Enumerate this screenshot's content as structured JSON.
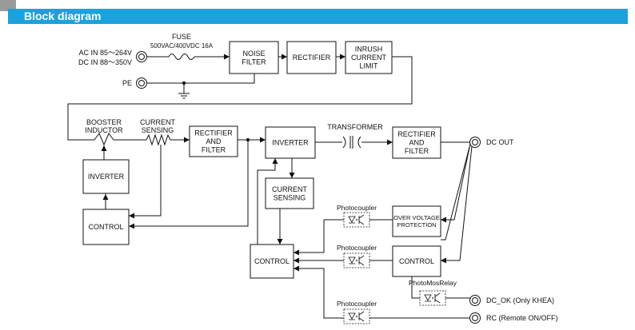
{
  "header": {
    "title": "Block diagram",
    "accent": "#1ba2dc"
  },
  "inputs": {
    "ac_in": "AC IN 85〜264V",
    "dc_in": "DC IN 88〜350V",
    "pe": "PE"
  },
  "fuse": {
    "label": "FUSE",
    "rating": "500VAC/400VDC 16A"
  },
  "blocks": {
    "noise_filter": [
      "NOISE",
      "FILTER"
    ],
    "rectifier": [
      "RECTIFIER"
    ],
    "inrush": [
      "INRUSH",
      "CURRENT",
      "LIMIT"
    ],
    "booster_inductor": [
      "BOOSTER",
      "INDUCTOR"
    ],
    "current_sensing_top": [
      "CURRENT",
      "SENSING"
    ],
    "rect_filter_1": [
      "RECTIFIER",
      "AND",
      "FILTER"
    ],
    "inverter_main": [
      "INVERTER"
    ],
    "transformer": "TRANSFORMER",
    "rect_filter_2": [
      "RECTIFIER",
      "AND",
      "FILTER"
    ],
    "dc_out": "DC OUT",
    "inverter_booster": [
      "INVERTER"
    ],
    "control_booster": [
      "CONTROL"
    ],
    "current_sensing_mid": [
      "CURRENT",
      "SENSING"
    ],
    "over_voltage": [
      "OVER VOLTAGE",
      "PROTECTION"
    ],
    "control_main": [
      "CONTROL"
    ],
    "control_secondary": [
      "CONTROL"
    ]
  },
  "photocouplers": {
    "label": "Photocoupler",
    "relay_label": "PhotoMosRelay"
  },
  "outputs": {
    "dc_ok": "DC_OK (Only KHEA)",
    "rc": "RC (Remote ON/OFF)"
  }
}
